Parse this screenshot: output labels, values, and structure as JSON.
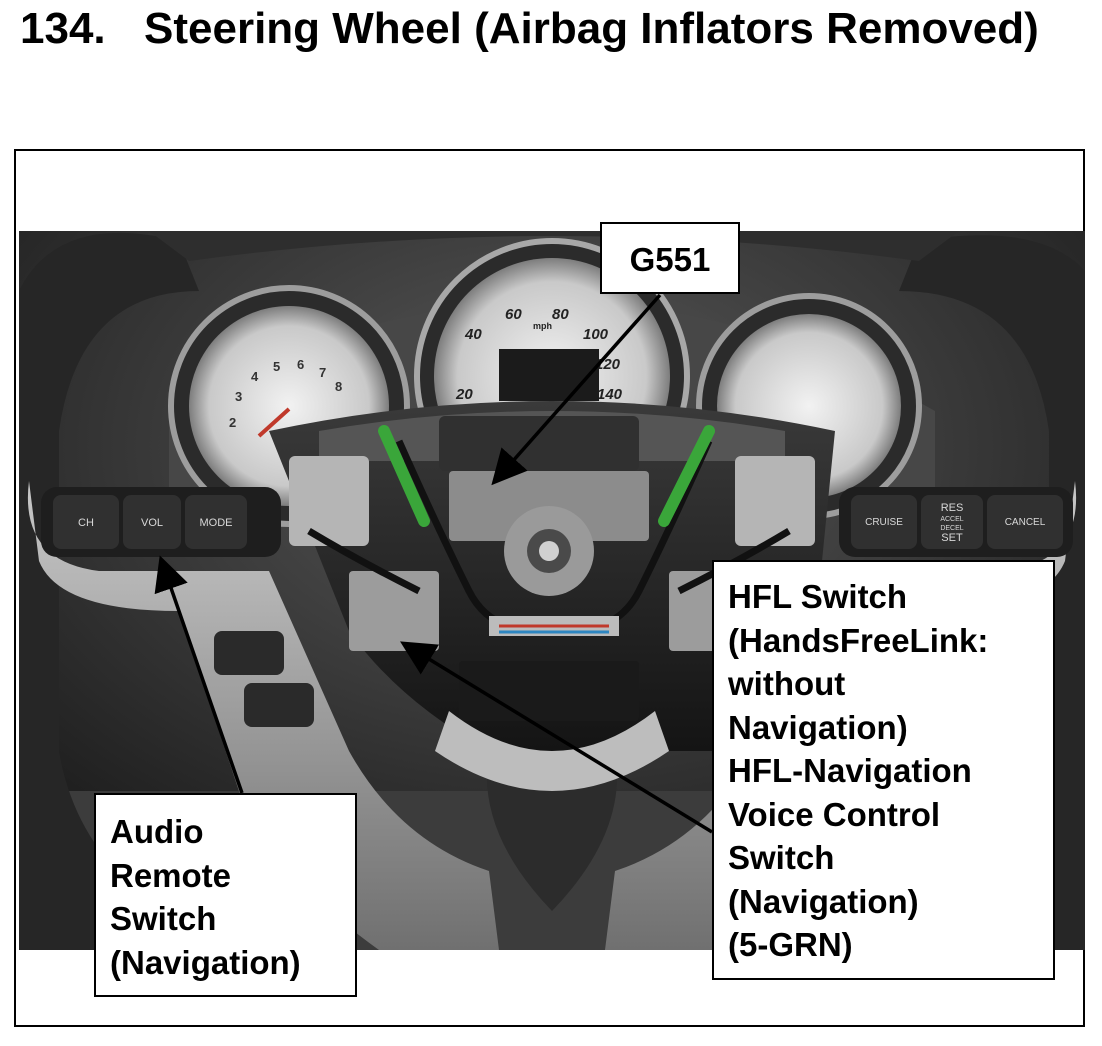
{
  "title": {
    "number": "134.",
    "text": "Steering Wheel (Airbag Inflators Removed)"
  },
  "photo": {
    "left_buttons": [
      "CH",
      "VOL",
      "MODE"
    ],
    "right_buttons": [
      "CRUISE",
      "RES",
      "ACCEL",
      "DECEL",
      "SET",
      "CANCEL"
    ],
    "speedo_label": "mph",
    "speedo_ticks": [
      "20",
      "40",
      "60",
      "80",
      "100",
      "120",
      "140"
    ],
    "tach_ticks": [
      "2",
      "3",
      "4",
      "5",
      "6",
      "7",
      "8"
    ]
  },
  "callouts": {
    "g551": "G551",
    "audio_remote": [
      "Audio",
      "Remote",
      "Switch",
      "(Navigation)"
    ],
    "hfl": [
      "HFL Switch",
      "(HandsFreeLink:",
      "without",
      "Navigation)",
      "HFL-Navigation",
      "Voice Control",
      "Switch",
      "(Navigation)",
      "(5-GRN)"
    ]
  },
  "colors": {
    "wire_green": "#3aa63a",
    "wheel_dark": "#2a2a2a",
    "spoke_silver": "#9a9a9a"
  }
}
